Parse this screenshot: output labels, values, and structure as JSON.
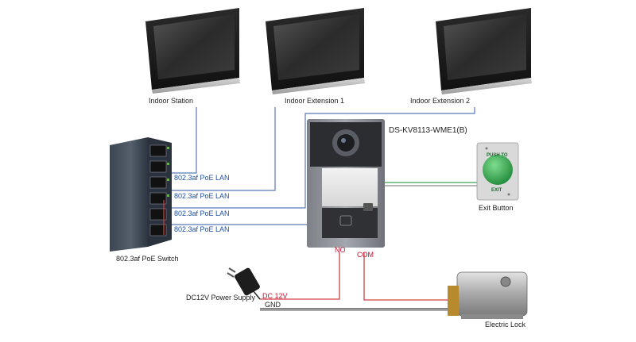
{
  "devices": {
    "indoor_station": "Indoor Station",
    "indoor_extension_1": "Indoor Extension 1",
    "indoor_extension_2": "Indoor Extension 2",
    "door_station": "DS-KV8113-WME1(B)",
    "poe_switch": "802.3af PoE Switch",
    "exit_button": "Exit Button",
    "exit_button_top_text": "PUSH TO",
    "exit_button_bottom_text": "EXIT",
    "power_supply": "DC12V Power Supply",
    "electric_lock": "Electric Lock"
  },
  "links": {
    "poe_lan_1": "802.3af PoE LAN",
    "poe_lan_2": "802.3af PoE LAN",
    "poe_lan_3": "802.3af PoE LAN",
    "poe_lan_4": "802.3af PoE LAN"
  },
  "terminals": {
    "no": "NO",
    "com": "COM",
    "dc12v": "DC 12V",
    "gnd": "GND"
  },
  "colors": {
    "lan_wire": "#5b79b7",
    "red_wire": "#d04040",
    "green_wire": "#3aa35a",
    "dark_wire": "#3a3a3a",
    "label_text": "#222222",
    "lan_label": "#1f4fa0",
    "red_label": "#c8102e"
  }
}
